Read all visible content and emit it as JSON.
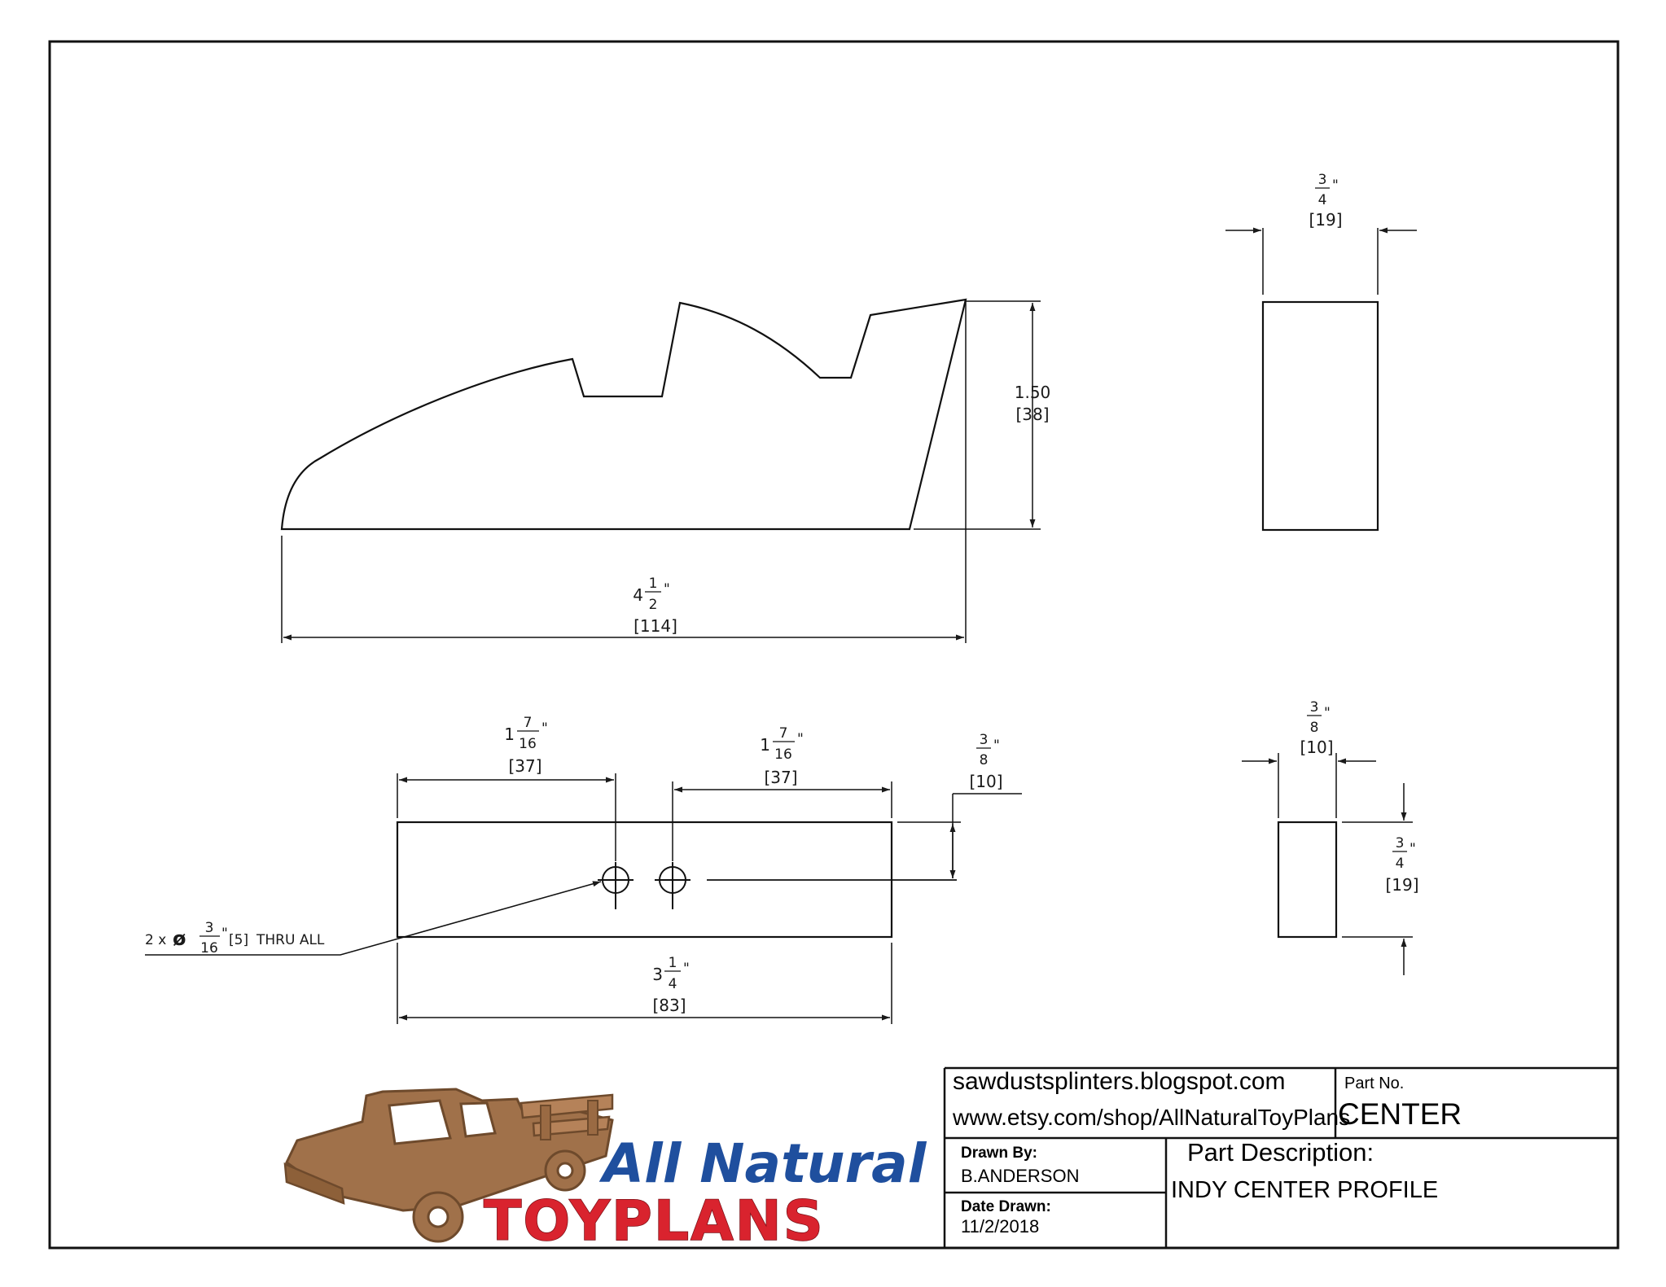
{
  "views": {
    "side": {
      "height_dim": {
        "inch": "1.50",
        "mm": "[38]"
      },
      "length_dim": {
        "whole": "4",
        "num": "1",
        "den": "2",
        "unit": "\"",
        "mm": "[114]"
      }
    },
    "end": {
      "width_dim": {
        "num": "3",
        "den": "4",
        "unit": "\"",
        "mm": "[19]"
      }
    },
    "top": {
      "hole1_dim": {
        "whole": "1",
        "num": "7",
        "den": "16",
        "unit": "\"",
        "mm": "[37]"
      },
      "hole2_dim": {
        "whole": "1",
        "num": "7",
        "den": "16",
        "unit": "\"",
        "mm": "[37]"
      },
      "offset_dim": {
        "num": "3",
        "den": "8",
        "unit": "\"",
        "mm": "[10]"
      },
      "length_dim": {
        "whole": "3",
        "num": "1",
        "den": "4",
        "unit": "\"",
        "mm": "[83]"
      },
      "hole_note": {
        "prefix": "2 x",
        "symbol": "ø",
        "num": "3",
        "den": "16",
        "unit": "\"",
        "mm": "[5]",
        "suffix": "THRU ALL"
      }
    },
    "small_end": {
      "width_dim": {
        "num": "3",
        "den": "8",
        "unit": "\"",
        "mm": "[10]"
      },
      "height_dim": {
        "num": "3",
        "den": "4",
        "unit": "\"",
        "mm": "[19]"
      }
    }
  },
  "logo": {
    "line1": "All Natural",
    "line2": "TOYPLANS",
    "colors": {
      "wood": "#a0714a",
      "wood_dark": "#6e4a2c",
      "script": "#1f4f9e",
      "red": "#d9232e"
    }
  },
  "title_block": {
    "url1": "sawdustsplinters.blogspot.com",
    "url2": "www.etsy.com/shop/AllNaturalToyPlans",
    "part_no_label": "Part No.",
    "part_no": "CENTER",
    "drawn_by_label": "Drawn By:",
    "drawn_by": "B.ANDERSON",
    "date_label": "Date Drawn:",
    "date": "11/2/2018",
    "desc_label": "Part Description:",
    "desc": "INDY CENTER PROFILE"
  }
}
